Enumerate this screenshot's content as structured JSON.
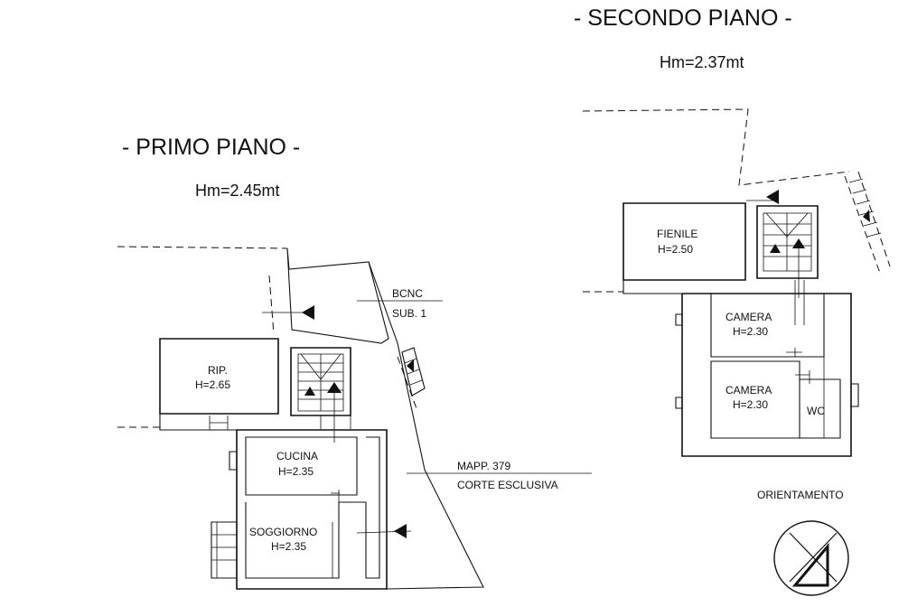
{
  "first_floor": {
    "title": "- PRIMO PIANO -",
    "height": "Hm=2.45mt",
    "rooms": [
      {
        "name": "RIP.",
        "height": "H=2.65"
      },
      {
        "name": "CUCINA",
        "height": "H=2.35"
      },
      {
        "name": "SOGGIORNO",
        "height": "H=2.35"
      }
    ],
    "bcnc": {
      "label": "BCNC",
      "sub": "SUB. 1"
    },
    "court": {
      "label": "MAPP. 379",
      "sub": "CORTE ESCLUSIVA"
    }
  },
  "second_floor": {
    "title": "- SECONDO PIANO -",
    "height": "Hm=2.37mt",
    "rooms": [
      {
        "name": "FIENILE",
        "height": "H=2.50"
      },
      {
        "name": "CAMERA",
        "height": "H=2.30"
      },
      {
        "name": "CAMERA",
        "height": "H=2.30"
      },
      {
        "name": "WC"
      }
    ]
  },
  "orientation": {
    "label": "ORIENTAMENTO"
  }
}
